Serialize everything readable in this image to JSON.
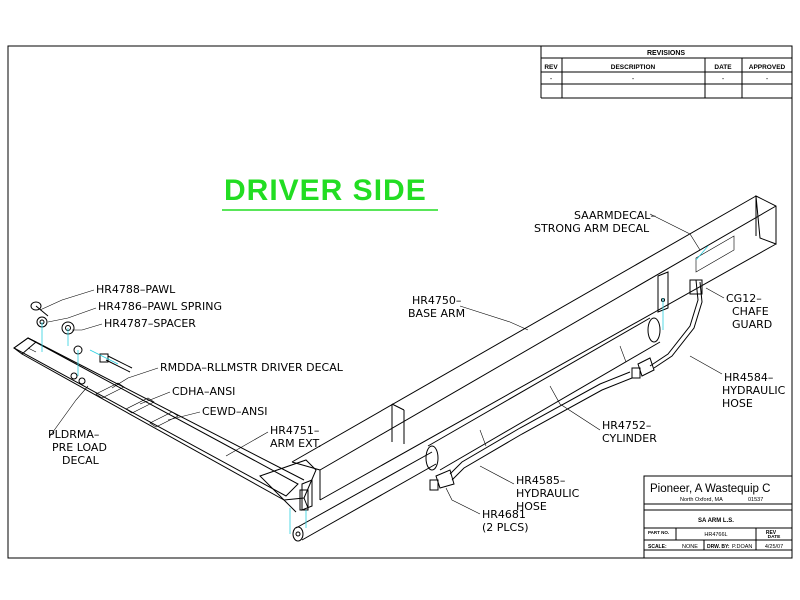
{
  "revisions": {
    "title": "REVISIONS",
    "headers": [
      "REV",
      "DESCRIPTION",
      "DATE",
      "APPROVED"
    ],
    "row": [
      "-",
      "-",
      "-",
      "-"
    ]
  },
  "view_title": "DRIVER SIDE",
  "callouts": {
    "pawl": "HR4788–PAWL",
    "pawl_spring": "HR4786–PAWL SPRING",
    "spacer": "HR4787–SPACER",
    "driver_decal": "RMDDA–RLLMSTR DRIVER DECAL",
    "cdha": "CDHA–ANSI",
    "cewd": "CEWD–ANSI",
    "arm_ext_1": "HR4751–",
    "arm_ext_2": "ARM EXT.",
    "preload_1": "PLDRMA–",
    "preload_2": "PRE LOAD",
    "preload_3": "DECAL",
    "base_arm_1": "HR4750–",
    "base_arm_2": "BASE ARM",
    "strong_decal_1": "SAARMDECAL–",
    "strong_decal_2": "STRONG ARM DECAL",
    "chafe_1": "CG12–",
    "chafe_2": "CHAFE",
    "chafe_3": "GUARD",
    "hose_a_1": "HR4584–",
    "hose_a_2": "HYDRAULIC",
    "hose_a_3": "HOSE",
    "cylinder_1": "HR4752–",
    "cylinder_2": "CYLINDER",
    "hose_b_1": "HR4585–",
    "hose_b_2": "HYDRAULIC",
    "hose_b_3": "HOSE",
    "fitting_1": "HR4681",
    "fitting_2": "(2 PLCS)"
  },
  "title_block": {
    "company": "Pioneer, A Wastequip C",
    "address": "North Oxford, MA",
    "zip": "01537",
    "part_no_label": "PART NO.",
    "part_no": "HR4766L",
    "rev_label": "REV",
    "drawing_title": "SA ARM L.S.",
    "date_label": "DATE",
    "scale_label": "SCALE:",
    "scale": "NONE",
    "drawn_by_label": "DRW. BY:",
    "drawn_by": "P.DOAN",
    "date": "4/25/07"
  },
  "colors": {
    "title_green": "#22dd22",
    "leader_cyan": "#2ad0e0"
  }
}
